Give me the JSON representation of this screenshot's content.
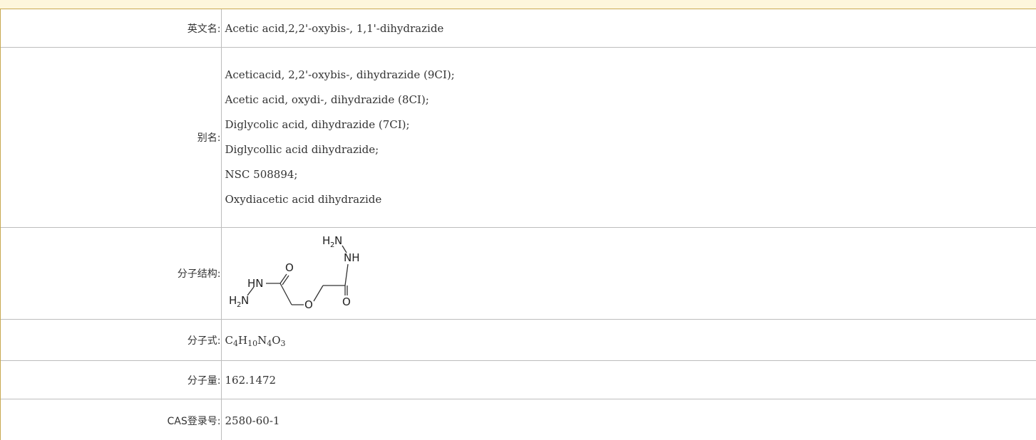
{
  "rows": {
    "english_name": {
      "label": "英文名:",
      "value": "Acetic acid,2,2'-oxybis-, 1,1'-dihydrazide"
    },
    "aliases": {
      "label": "别名:",
      "items": [
        "Aceticacid, 2,2'-oxybis-, dihydrazide (9CI);",
        "Acetic acid, oxydi-, dihydrazide (8CI);",
        "Diglycolic acid, dihydrazide (7CI);",
        "Diglycollic acid dihydrazide;",
        "NSC 508894;",
        "Oxydiacetic acid dihydrazide"
      ]
    },
    "structure": {
      "label": "分子结构:",
      "atoms": {
        "h2n_top": "H",
        "h2n_top_sub": "2",
        "h2n_top_n": "N",
        "nh_right": "NH",
        "o_top": "O",
        "hn_left": "HN",
        "h2n_bottom": "H",
        "h2n_bottom_sub": "2",
        "h2n_bottom_n": "N",
        "o_middle": "O",
        "o_bottom": "O"
      }
    },
    "formula": {
      "label": "分子式:",
      "parts": {
        "c": "C",
        "c_n": "4",
        "h": "H",
        "h_n": "10",
        "n": "N",
        "n_n": "4",
        "o": "O",
        "o_n": "3"
      }
    },
    "molecular_weight": {
      "label": "分子量:",
      "value": "162.1472"
    },
    "cas": {
      "label": "CAS登录号:",
      "value": "2580-60-1"
    }
  },
  "colors": {
    "header_bar": "#fdf6dc",
    "header_border": "#c8a951",
    "grid": "#bdbdbd"
  }
}
